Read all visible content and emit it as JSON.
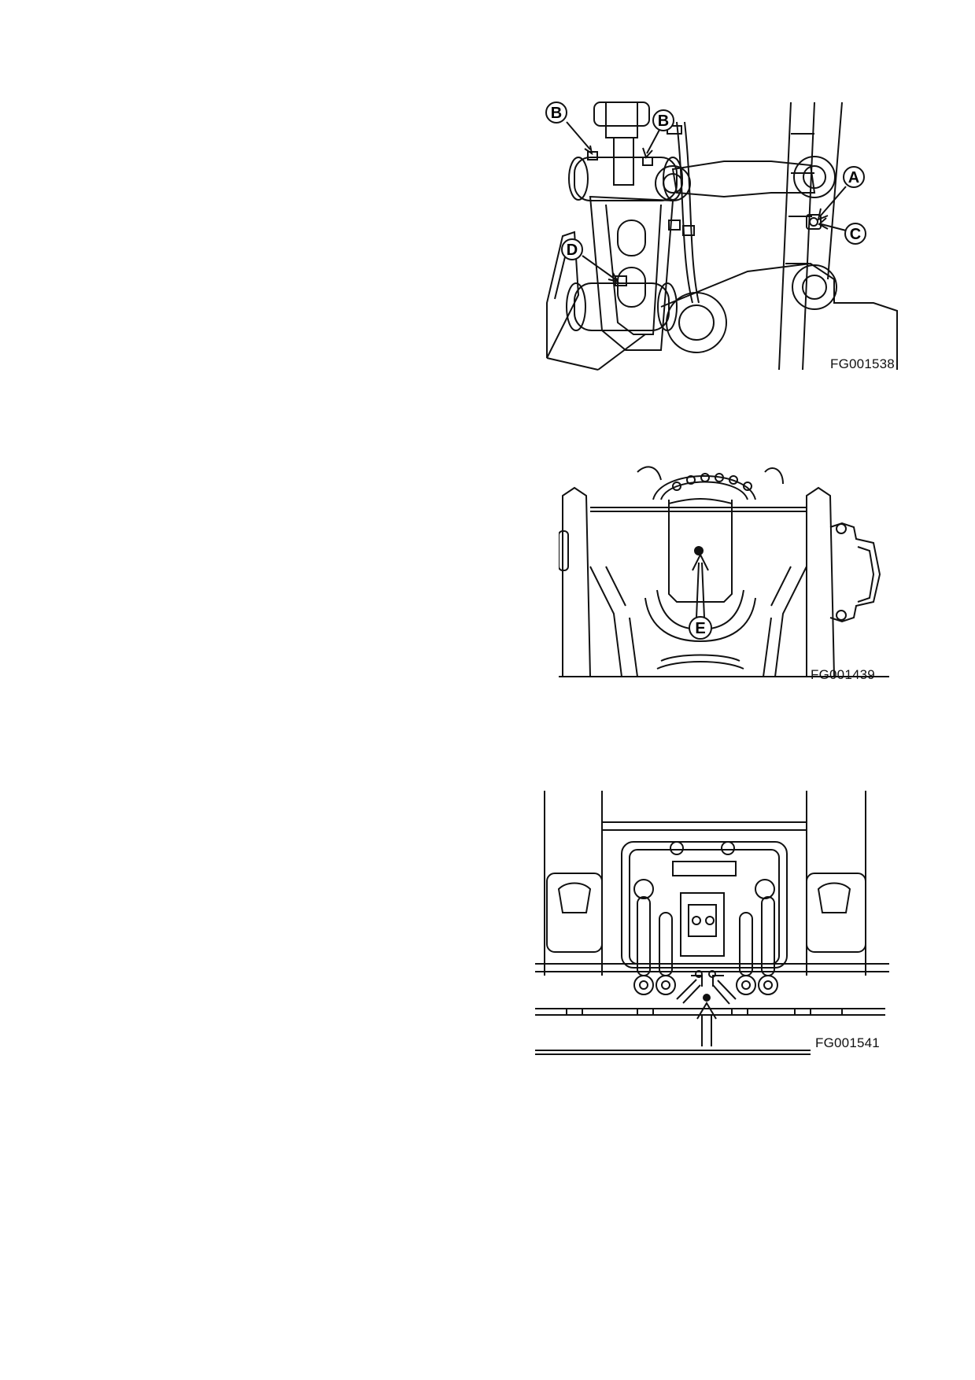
{
  "figures": [
    {
      "code": "FG001538",
      "callouts": [
        "A",
        "B",
        "B",
        "C",
        "D"
      ]
    },
    {
      "code": "FG001439",
      "callouts": [
        "E"
      ]
    },
    {
      "code": "FG001541",
      "callouts": []
    }
  ]
}
